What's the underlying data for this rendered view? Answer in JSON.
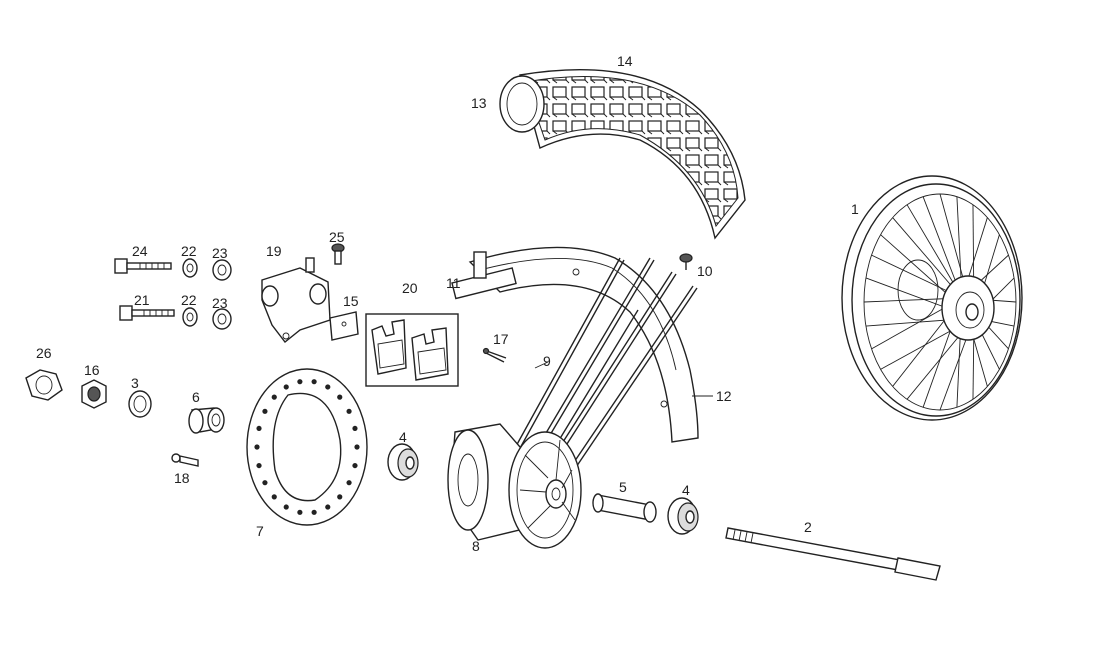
{
  "parts": [
    {
      "id": "part-1",
      "label": "1"
    },
    {
      "id": "part-2",
      "label": "2"
    },
    {
      "id": "part-3",
      "label": "3"
    },
    {
      "id": "part-4a",
      "label": "4"
    },
    {
      "id": "part-4b",
      "label": "4"
    },
    {
      "id": "part-5",
      "label": "5"
    },
    {
      "id": "part-6",
      "label": "6"
    },
    {
      "id": "part-7",
      "label": "7"
    },
    {
      "id": "part-8",
      "label": "8"
    },
    {
      "id": "part-9",
      "label": "9"
    },
    {
      "id": "part-10",
      "label": "10"
    },
    {
      "id": "part-11",
      "label": "11"
    },
    {
      "id": "part-12",
      "label": "12"
    },
    {
      "id": "part-13",
      "label": "13"
    },
    {
      "id": "part-14",
      "label": "14"
    },
    {
      "id": "part-15",
      "label": "15"
    },
    {
      "id": "part-16",
      "label": "16"
    },
    {
      "id": "part-17",
      "label": "17"
    },
    {
      "id": "part-18",
      "label": "18"
    },
    {
      "id": "part-19",
      "label": "19"
    },
    {
      "id": "part-20",
      "label": "20"
    },
    {
      "id": "part-21",
      "label": "21"
    },
    {
      "id": "part-22a",
      "label": "22"
    },
    {
      "id": "part-22b",
      "label": "22"
    },
    {
      "id": "part-23a",
      "label": "23"
    },
    {
      "id": "part-23b",
      "label": "23"
    },
    {
      "id": "part-24",
      "label": "24"
    },
    {
      "id": "part-25",
      "label": "25"
    },
    {
      "id": "part-26",
      "label": "26"
    }
  ]
}
